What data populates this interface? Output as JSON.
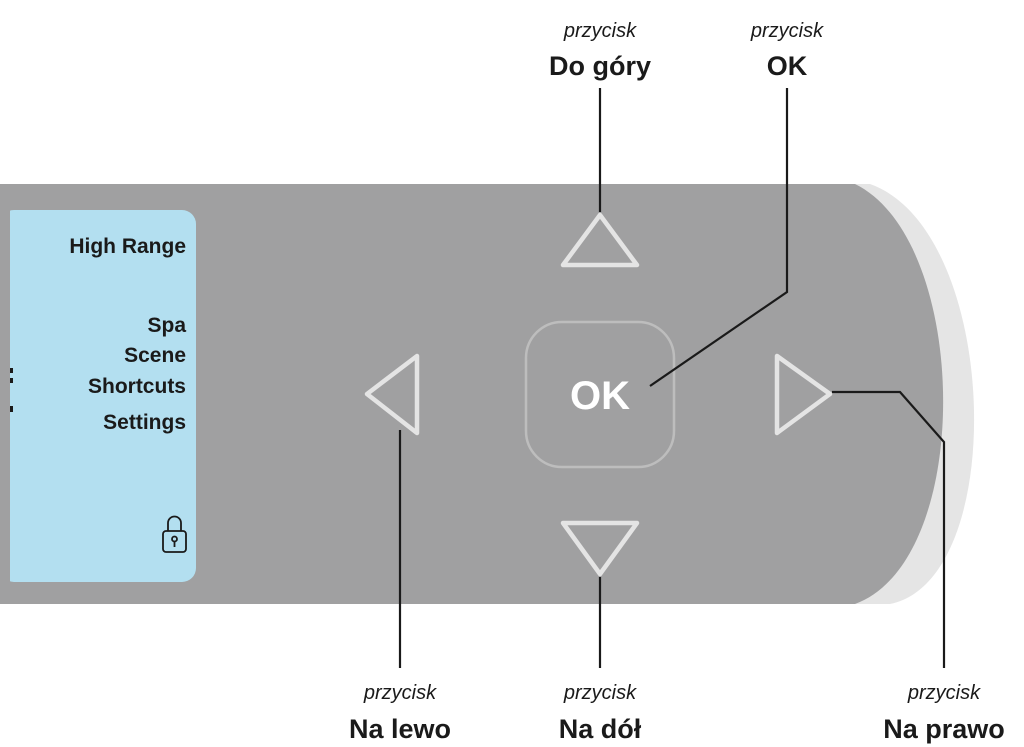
{
  "screen": {
    "items": [
      "High Range",
      "Spa",
      "Scene",
      "Shortcuts",
      "Settings"
    ]
  },
  "icons": {
    "lock": "lock-icon",
    "up": "triangle-up-icon",
    "down": "triangle-down-icon",
    "left": "triangle-left-icon",
    "right": "triangle-right-icon"
  },
  "ok_button": {
    "label": "OK"
  },
  "callouts": {
    "up": {
      "kind": "przycisk",
      "name": "Do góry"
    },
    "ok": {
      "kind": "przycisk",
      "name": "OK"
    },
    "left": {
      "kind": "przycisk",
      "name": "Na lewo"
    },
    "down": {
      "kind": "przycisk",
      "name": "Na dół"
    },
    "right": {
      "kind": "przycisk",
      "name": "Na prawo"
    }
  },
  "colors": {
    "panel": "#a0a0a1",
    "bezel": "#e5e5e5",
    "screen": "#b3dff0",
    "button_outline": "#e4e4e4"
  }
}
